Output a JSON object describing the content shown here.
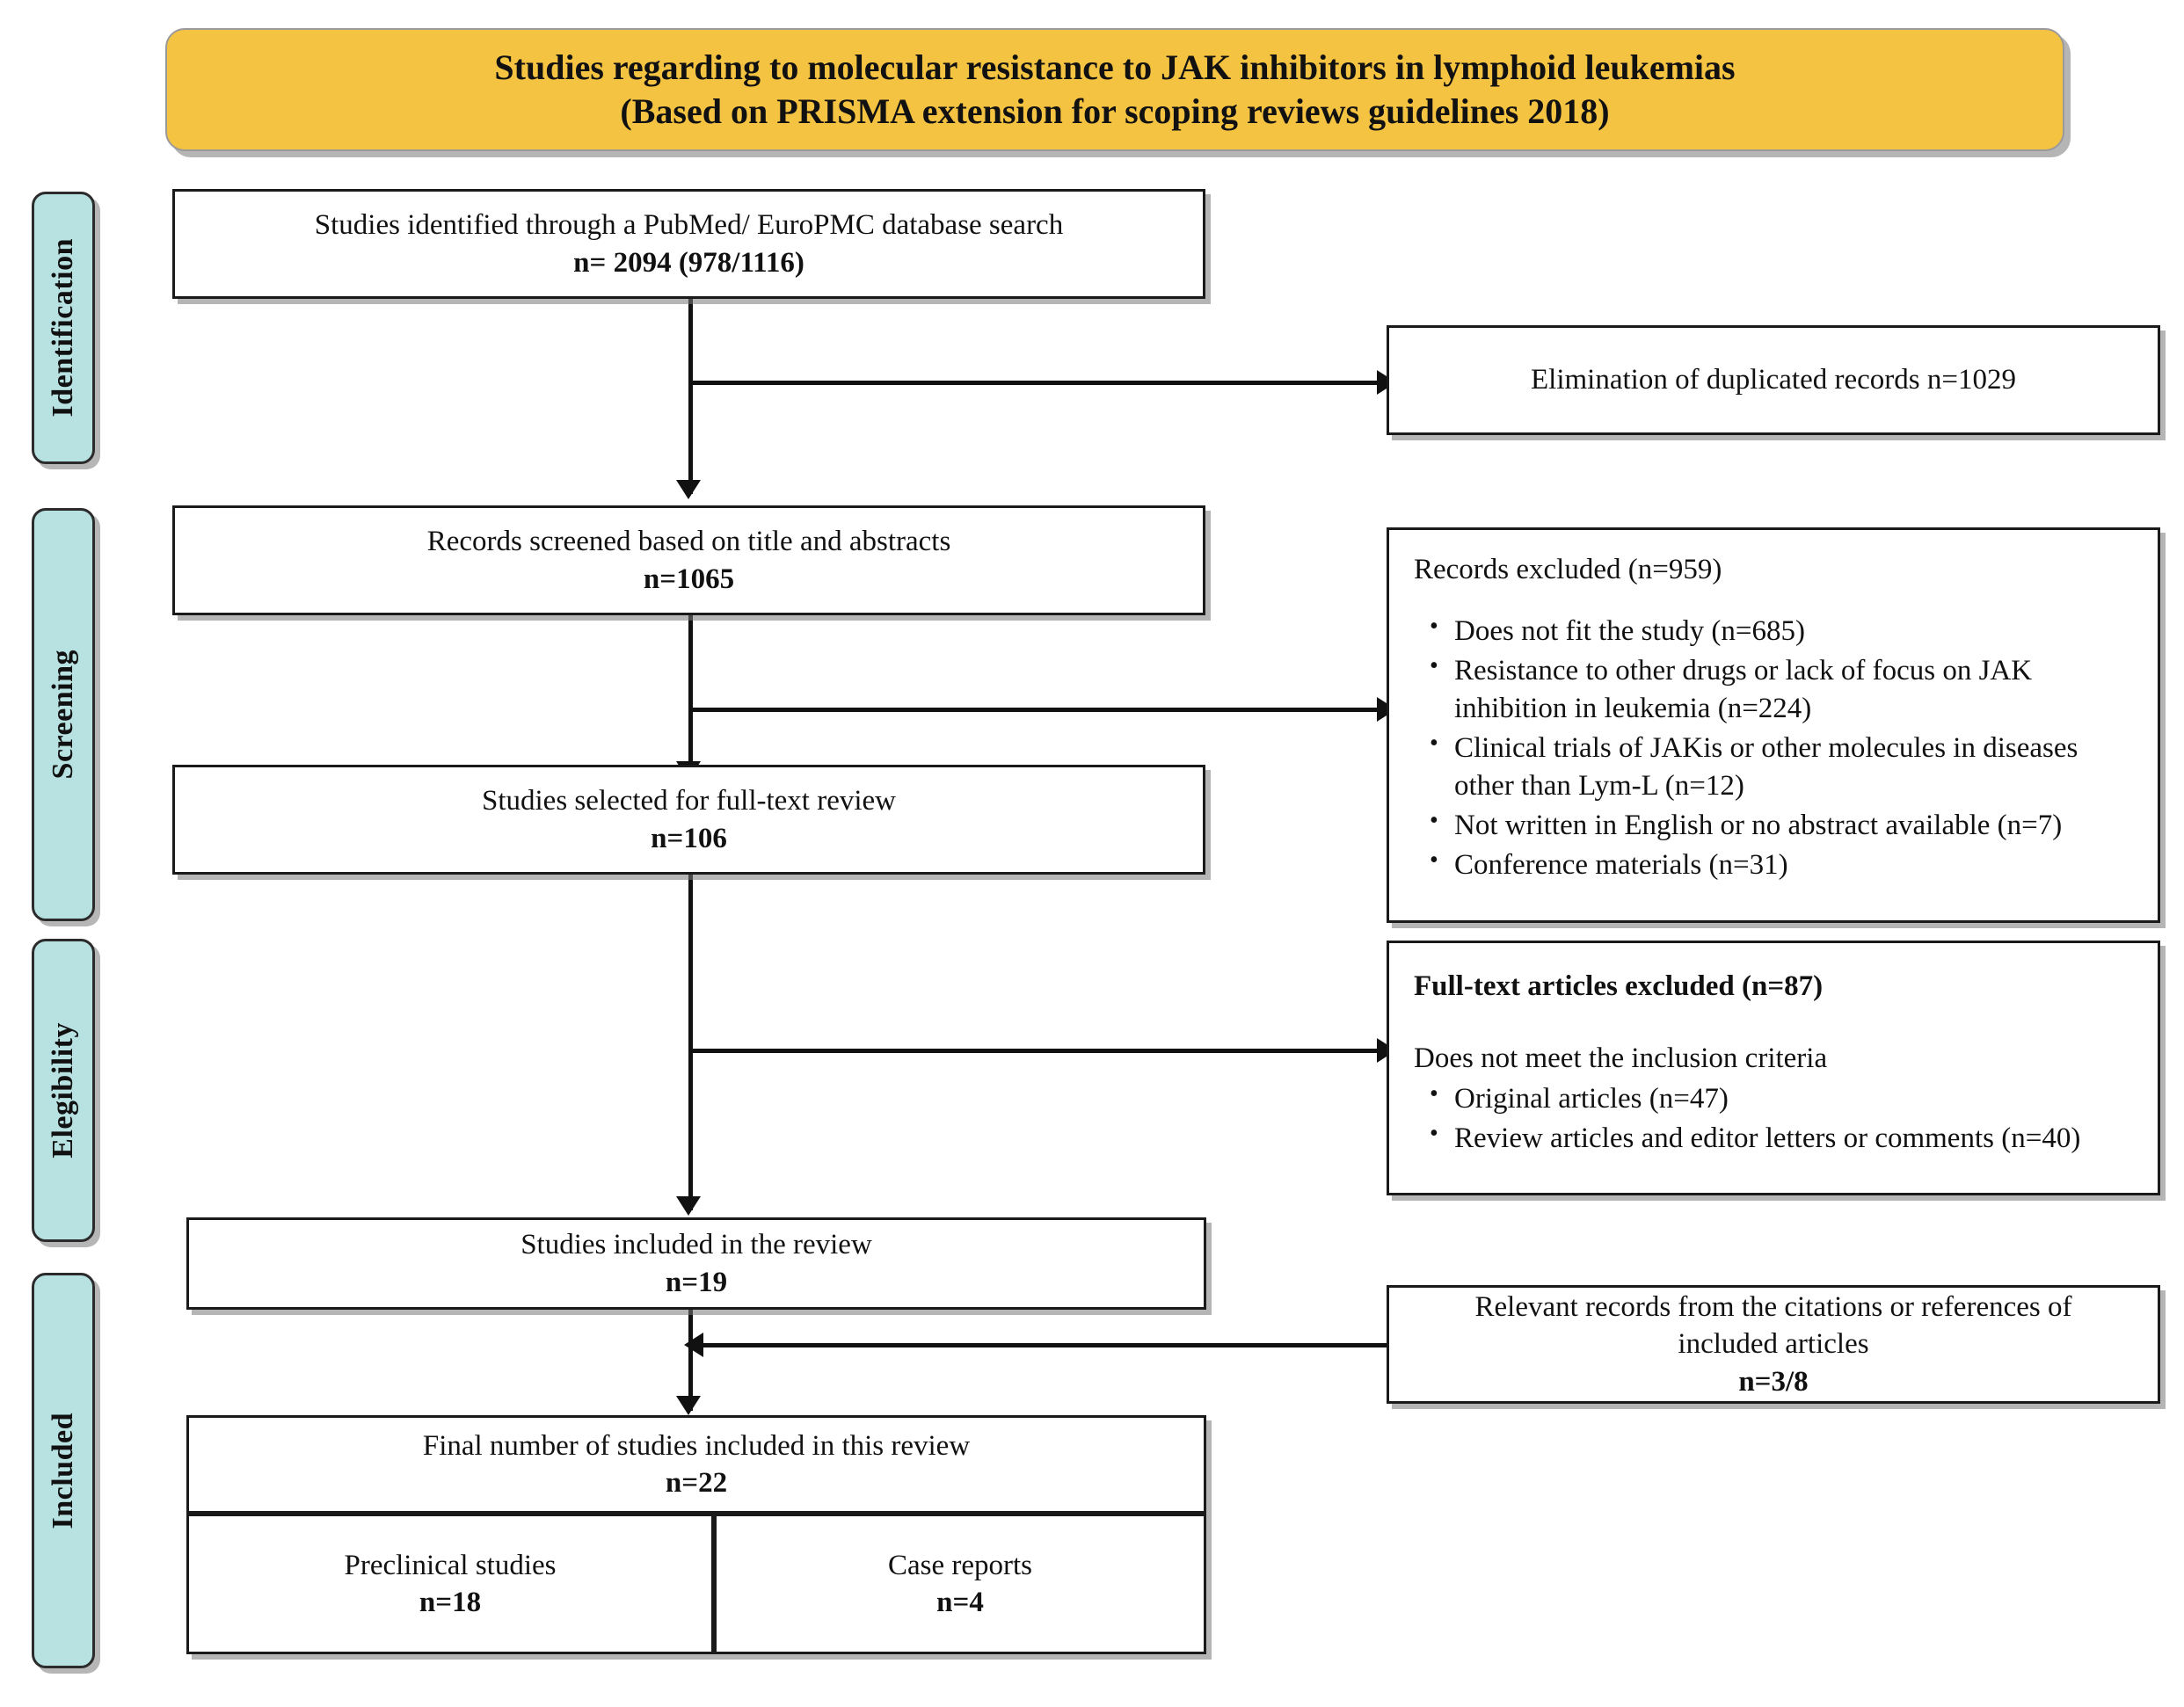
{
  "banner": {
    "title_line1": "Studies regarding to molecular resistance to JAK inhibitors in lymphoid leukemias",
    "title_line2": "(Based on PRISMA extension for scoping reviews guidelines 2018)",
    "background_color": "#F5C342"
  },
  "stages": [
    {
      "label": "Identification"
    },
    {
      "label": "Screening"
    },
    {
      "label": "Elegibility"
    },
    {
      "label": "Included"
    }
  ],
  "stage_color": "#B8E2E2",
  "boxes": {
    "identified": {
      "line1": "Studies identified through a PubMed/ EuroPMC database search",
      "line2": "n= 2094 (978/1116)"
    },
    "duplicates": {
      "line1": "Elimination of duplicated records ",
      "count": "n=1029"
    },
    "screened": {
      "line1": "Records screened based on title and abstracts",
      "line2": "n=1065"
    },
    "records_excluded": {
      "heading": "Records excluded ",
      "heading_count": "(n=959)",
      "bullets": [
        "Does not fit the study (n=685)",
        "Resistance to other drugs or lack of focus on JAK inhibition in leukemia (n=224)",
        "Clinical trials of JAKis or other molecules in diseases other than Lym-L (n=12)",
        "Not written in English or no abstract available (n=7)",
        "Conference materials  (n=31)"
      ]
    },
    "fulltext_selected": {
      "line1": "Studies selected for full-text review",
      "line2": "n=106"
    },
    "fulltext_excluded": {
      "heading": "Full-text articles excluded (n=87)",
      "subheading": "Does not meet the inclusion criteria",
      "bullets": [
        "Original articles (n=47)",
        "Review articles and editor letters or comments (n=40)"
      ]
    },
    "included_review": {
      "line1": "Studies included in the review",
      "line2": "n=19"
    },
    "relevant_records": {
      "line1": "Relevant records from the citations or references of",
      "line2": "included articles",
      "line3": "n=3/8"
    },
    "final_total": {
      "line1": "Final number of studies included in this review",
      "line2": "n=22"
    },
    "preclinical": {
      "line1": "Preclinical studies",
      "line2": "n=18"
    },
    "case_reports": {
      "line1": "Case reports",
      "line2": "n=4"
    }
  }
}
